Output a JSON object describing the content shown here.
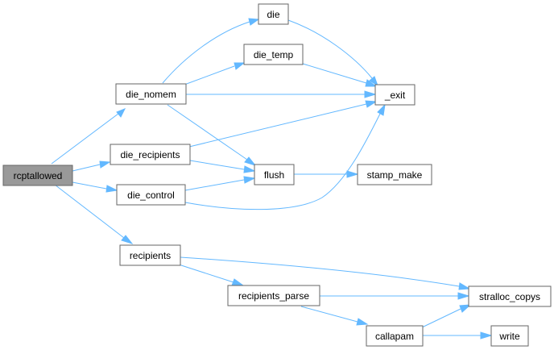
{
  "graph": {
    "edge_color": "#63b8ff",
    "node_border_color": "#666666",
    "root_fill_color": "#999999",
    "nodes": [
      {
        "id": "rcptallowed",
        "label": "rcptallowed"
      },
      {
        "id": "die_nomem",
        "label": "die_nomem"
      },
      {
        "id": "die_recipients",
        "label": "die_recipients"
      },
      {
        "id": "die_control",
        "label": "die_control"
      },
      {
        "id": "recipients",
        "label": "recipients"
      },
      {
        "id": "die",
        "label": "die"
      },
      {
        "id": "die_temp",
        "label": "die_temp"
      },
      {
        "id": "exit",
        "label": "_exit"
      },
      {
        "id": "flush",
        "label": "flush"
      },
      {
        "id": "stamp_make",
        "label": "stamp_make"
      },
      {
        "id": "recipients_parse",
        "label": "recipients_parse"
      },
      {
        "id": "stralloc_copys",
        "label": "stralloc_copys"
      },
      {
        "id": "callapam",
        "label": "callapam"
      },
      {
        "id": "write",
        "label": "write"
      }
    ],
    "edges": [
      {
        "from": "rcptallowed",
        "to": "die_nomem"
      },
      {
        "from": "rcptallowed",
        "to": "die_recipients"
      },
      {
        "from": "rcptallowed",
        "to": "die_control"
      },
      {
        "from": "rcptallowed",
        "to": "recipients"
      },
      {
        "from": "die_nomem",
        "to": "die"
      },
      {
        "from": "die_nomem",
        "to": "die_temp"
      },
      {
        "from": "die_nomem",
        "to": "exit"
      },
      {
        "from": "die_nomem",
        "to": "flush"
      },
      {
        "from": "die",
        "to": "exit"
      },
      {
        "from": "die_temp",
        "to": "exit"
      },
      {
        "from": "die_recipients",
        "to": "exit"
      },
      {
        "from": "die_recipients",
        "to": "flush"
      },
      {
        "from": "die_control",
        "to": "flush"
      },
      {
        "from": "die_control",
        "to": "exit"
      },
      {
        "from": "flush",
        "to": "stamp_make"
      },
      {
        "from": "recipients",
        "to": "stralloc_copys"
      },
      {
        "from": "recipients",
        "to": "recipients_parse"
      },
      {
        "from": "recipients_parse",
        "to": "stralloc_copys"
      },
      {
        "from": "recipients_parse",
        "to": "callapam"
      },
      {
        "from": "callapam",
        "to": "stralloc_copys"
      },
      {
        "from": "callapam",
        "to": "write"
      }
    ]
  }
}
